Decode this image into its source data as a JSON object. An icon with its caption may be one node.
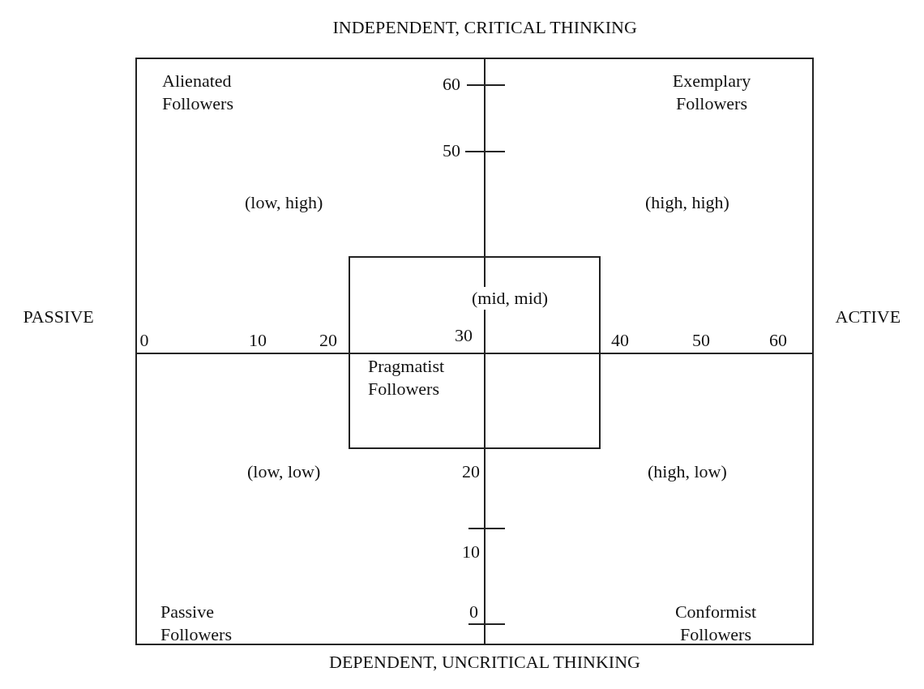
{
  "diagram": {
    "nodes": [
      {
        "text": [
          "(mid, mid)",
          "Pragmatist Followers"
        ]
      }
    ],
    "labels": [
      "INDEPENDENT, CRITICAL THINKING",
      "Alienated Followers",
      "60",
      "Exemplary Followers",
      "50",
      "(low, high)",
      "(high, high)",
      "PASSIVE",
      "ACTIVE",
      "30",
      "0",
      "10",
      "20",
      "40",
      "50",
      "60",
      "(low, low)",
      "20",
      "(high, low)",
      "10",
      "Passive Followers",
      "0",
      "Conformist Followers",
      "DEPENDENT, UNCRITICAL THINKING"
    ]
  }
}
